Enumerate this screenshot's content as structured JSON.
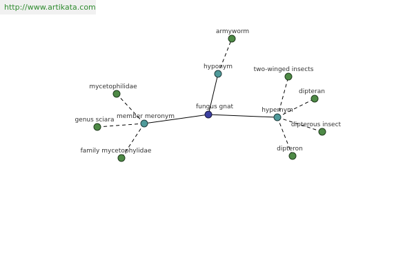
{
  "source": {
    "link_text": "http://www.artikata.com"
  },
  "graph": {
    "center": {
      "label": "fungus gnat"
    },
    "relations": {
      "member_meronym": {
        "label": "member meronym"
      },
      "hyponym": {
        "label": "hyponym"
      },
      "hypernym": {
        "label": "hypernym"
      }
    },
    "leaves": {
      "armyworm": {
        "label": "armyworm"
      },
      "two_winged_insects": {
        "label": "two-winged insects"
      },
      "dipteran": {
        "label": "dipteran"
      },
      "dipterous_insect": {
        "label": "dipterous insect"
      },
      "dipteron": {
        "label": "dipteron"
      },
      "mycetophilidae": {
        "label": "mycetophilidae"
      },
      "genus_sciara": {
        "label": "genus sciara"
      },
      "family_mycetophylidae": {
        "label": "family mycetophylidae"
      }
    },
    "colors": {
      "center_node": "#3b3fa0",
      "relation_node": "#4f9a9a",
      "leaf_node": "#4e8a46",
      "link_text": "#2e8b2e"
    }
  }
}
